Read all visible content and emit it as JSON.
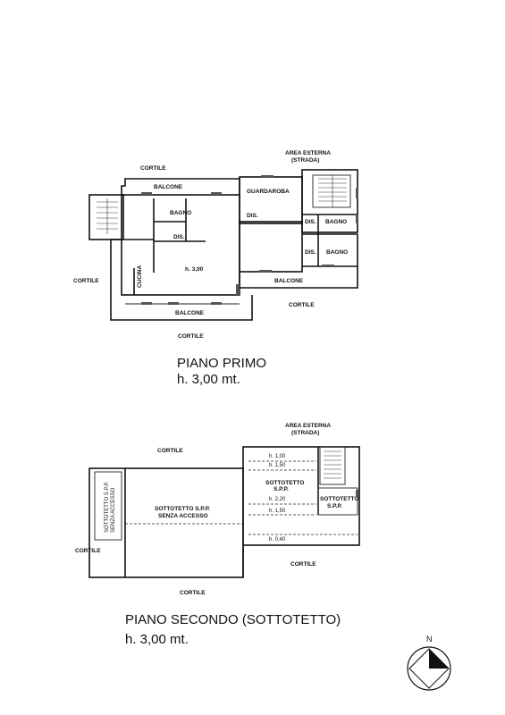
{
  "floor1": {
    "title": "PIANO PRIMO",
    "height": "h. 3,00 mt.",
    "labels": {
      "area_esterna": "AREA ESTERNA",
      "strada": "(STRADA)",
      "cortile_top": "CORTILE",
      "cortile_left": "CORTILE",
      "cortile_right": "CORTILE",
      "cortile_bottom": "CORTILE",
      "balcone_top": "BALCONE",
      "balcone_bottom": "BALCONE",
      "balcone_right": "BALCONE",
      "guardaroba": "GUARDAROBA",
      "bagno_1": "BAGNO",
      "bagno_2": "BAGNO",
      "bagno_3": "BAGNO",
      "dis_1": "DIS.",
      "dis_2": "DIS.",
      "dis_3": "DIS.",
      "dis_4": "DIS.",
      "cucina": "CUCINA",
      "room_height": "h. 3,00"
    }
  },
  "floor2": {
    "title": "PIANO SECONDO (SOTTOTETTO)",
    "height": "h. 3,00 mt.",
    "labels": {
      "area_esterna": "AREA ESTERNA",
      "strada": "(STRADA)",
      "cortile_top": "CORTILE",
      "cortile_left": "CORTILE",
      "cortile_right": "CORTILE",
      "cortile_bottom": "CORTILE",
      "sottotetto_main_1": "SOTTOTETTO S.P.P.",
      "sottotetto_main_2": "SENZA ACCESSO",
      "sottotetto_side_1": "SOTTOTETTO S.P.P.",
      "sottotetto_side_2": "SENZA ACCESSO",
      "sottotetto_mid_1": "SOTTOTETTO",
      "sottotetto_mid_2": "S.P.P.",
      "sottotetto_right_1": "SOTTOTETTO",
      "sottotetto_right_2": "S.P.P.",
      "h100": "h. 1,00",
      "h150a": "h. 1,50",
      "h220": "h. 2,20",
      "h150b": "h. 1,50",
      "h040": "h. 0,40"
    }
  },
  "compass": {
    "north": "N"
  }
}
